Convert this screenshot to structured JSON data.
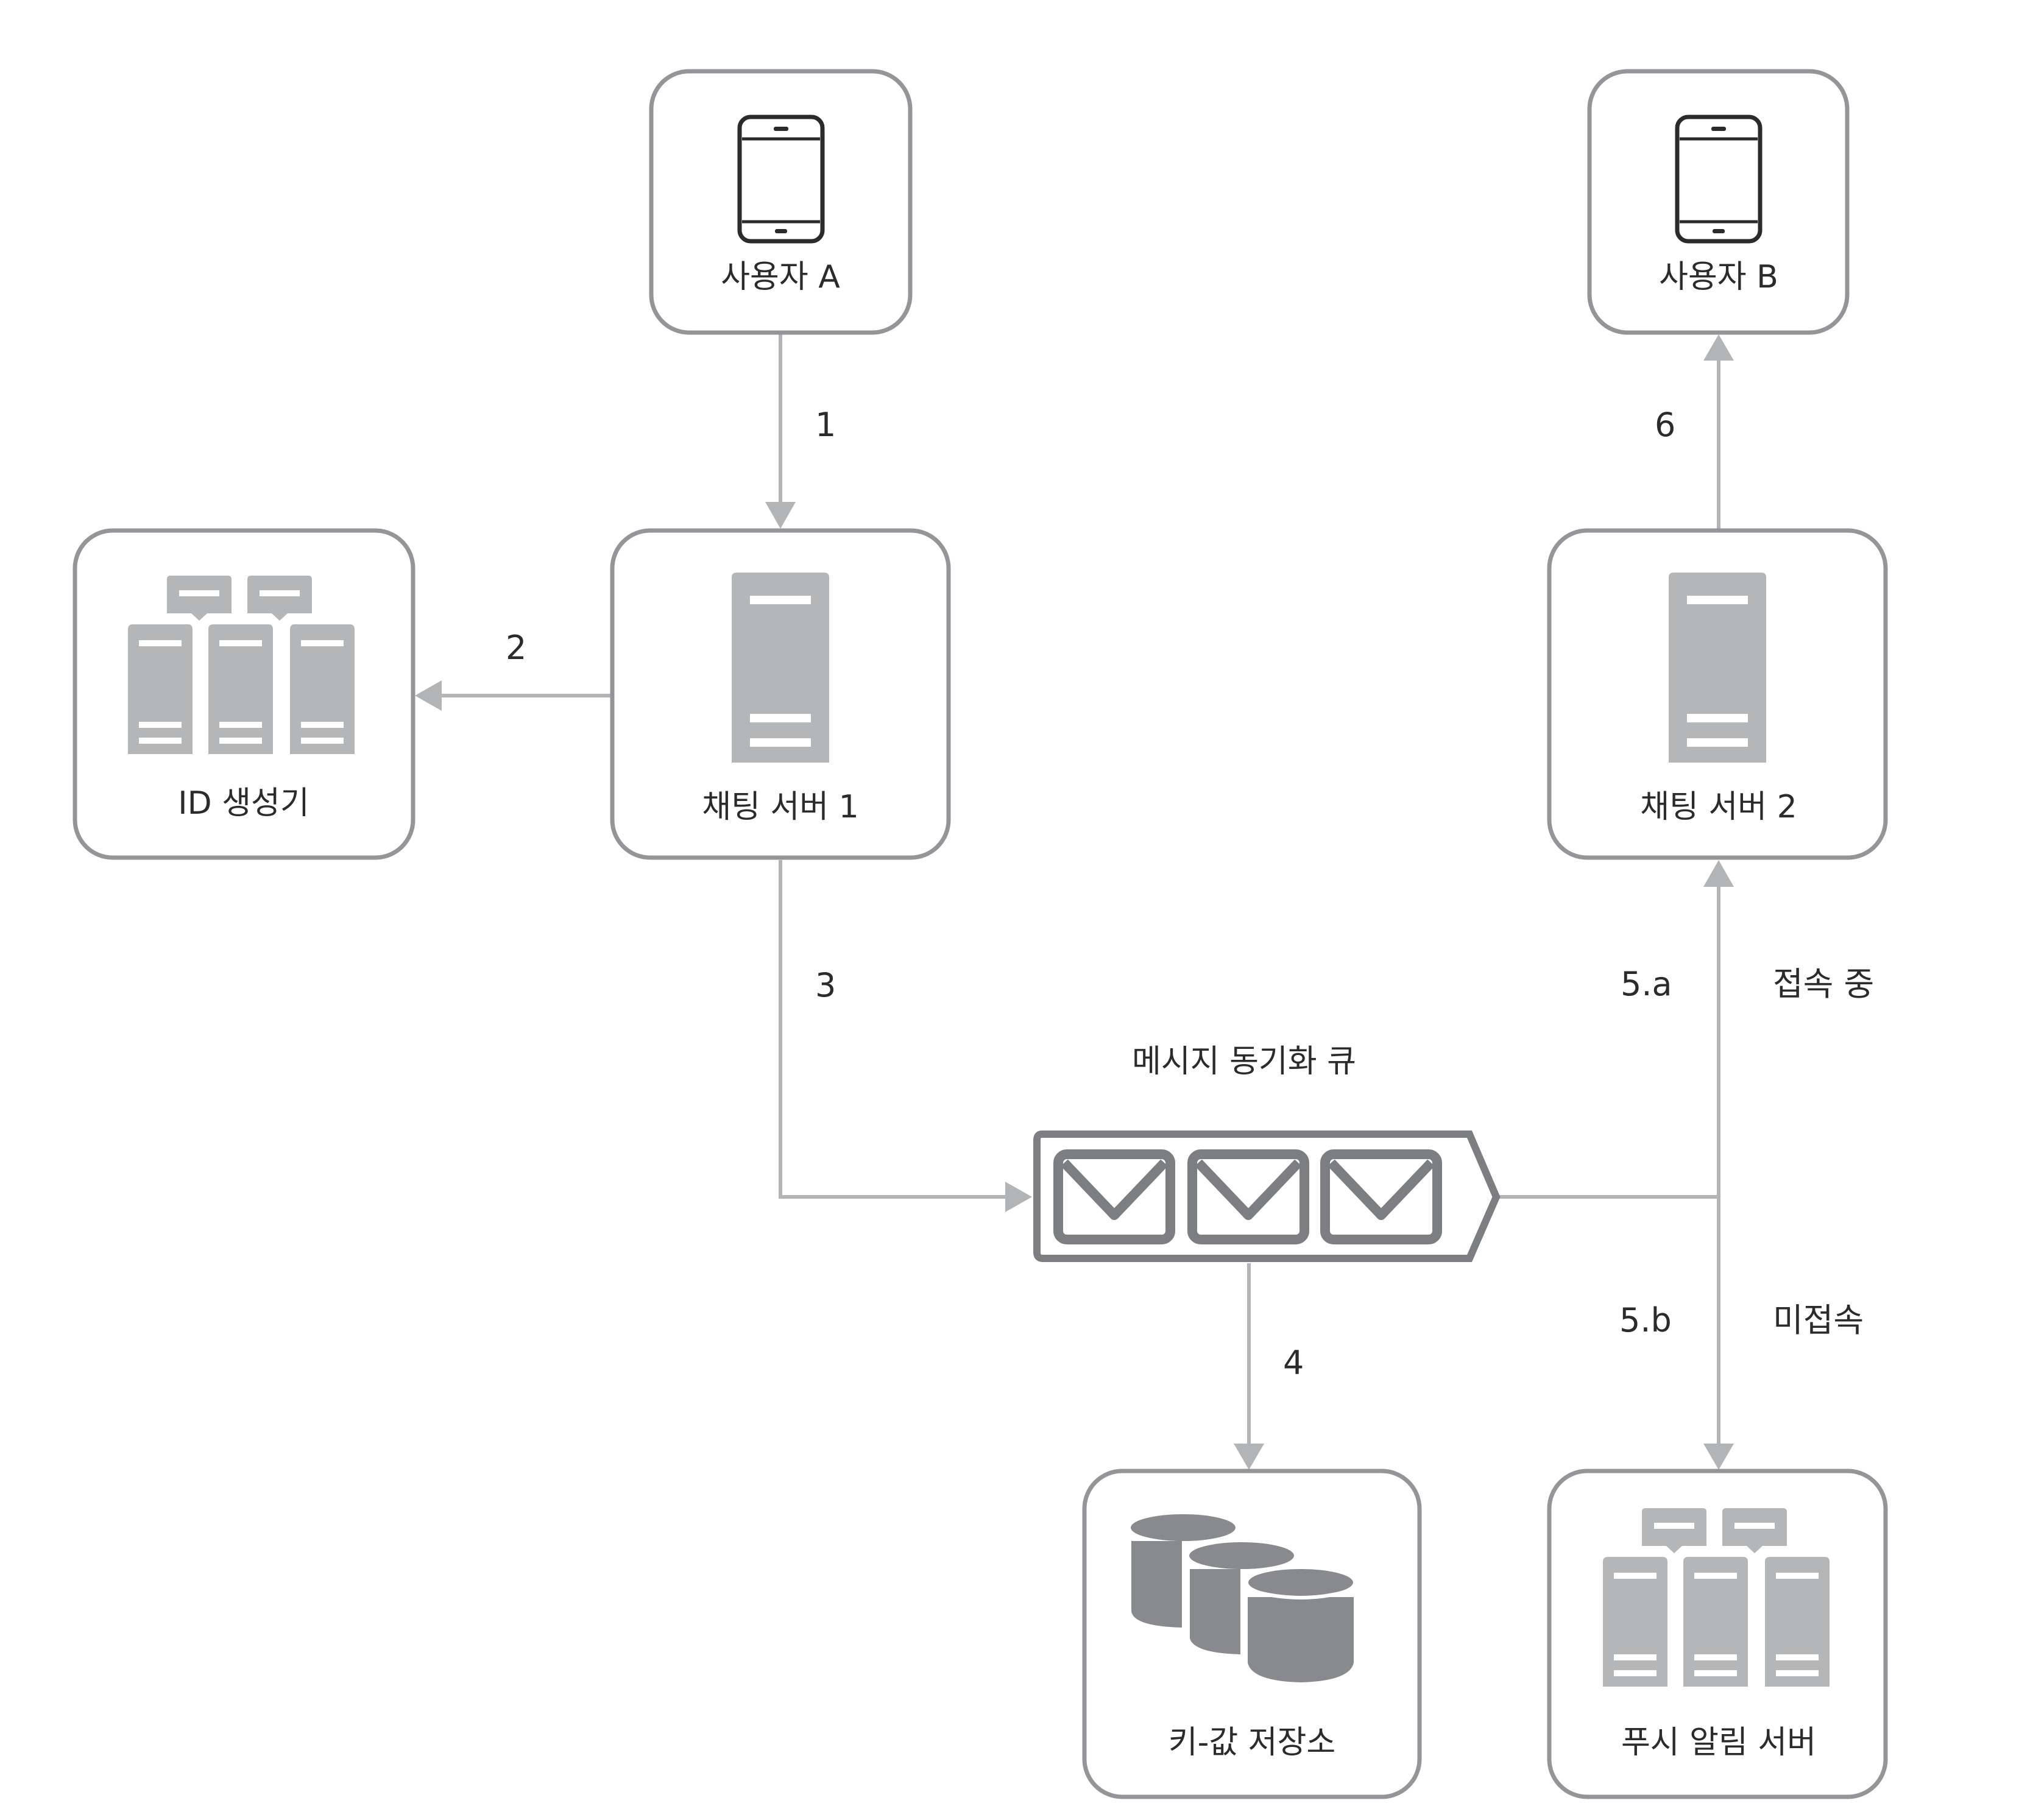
{
  "diagram": {
    "colors": {
      "box_border": "#939598",
      "edge": "#b3b4b6",
      "server_fill": "#b5b6b8",
      "db_fill": "#898a8e",
      "queue_stroke": "#7d7e82",
      "phone_stroke": "#2b2b2b",
      "text": "#2b2b2b"
    },
    "nodes": {
      "user_a": {
        "label": "사용자 A",
        "icon": "smartphone-icon"
      },
      "user_b": {
        "label": "사용자 B",
        "icon": "smartphone-icon"
      },
      "id_generator": {
        "label": "ID 생성기",
        "icon": "server-cluster-icon"
      },
      "chat_server_1": {
        "label": "채팅 서버 1",
        "icon": "server-icon"
      },
      "chat_server_2": {
        "label": "채팅 서버 2",
        "icon": "server-icon"
      },
      "message_queue": {
        "label": "메시지 동기화 큐",
        "icon": "message-queue-icon"
      },
      "kv_store": {
        "label": "키-값 저장소",
        "icon": "database-icon"
      },
      "push_server": {
        "label": "푸시 알림 서버",
        "icon": "server-cluster-icon"
      }
    },
    "edges": [
      {
        "id": "e1",
        "label": "1",
        "from": "user_a",
        "to": "chat_server_1"
      },
      {
        "id": "e2",
        "label": "2",
        "from": "chat_server_1",
        "to": "id_generator"
      },
      {
        "id": "e3",
        "label": "3",
        "from": "chat_server_1",
        "to": "message_queue"
      },
      {
        "id": "e4",
        "label": "4",
        "from": "message_queue",
        "to": "kv_store"
      },
      {
        "id": "e5a",
        "label": "5.a",
        "condition": "접속 중",
        "from": "message_queue",
        "to": "chat_server_2"
      },
      {
        "id": "e5b",
        "label": "5.b",
        "condition": "미접속",
        "from": "message_queue",
        "to": "push_server"
      },
      {
        "id": "e6",
        "label": "6",
        "from": "chat_server_2",
        "to": "user_b"
      }
    ]
  }
}
